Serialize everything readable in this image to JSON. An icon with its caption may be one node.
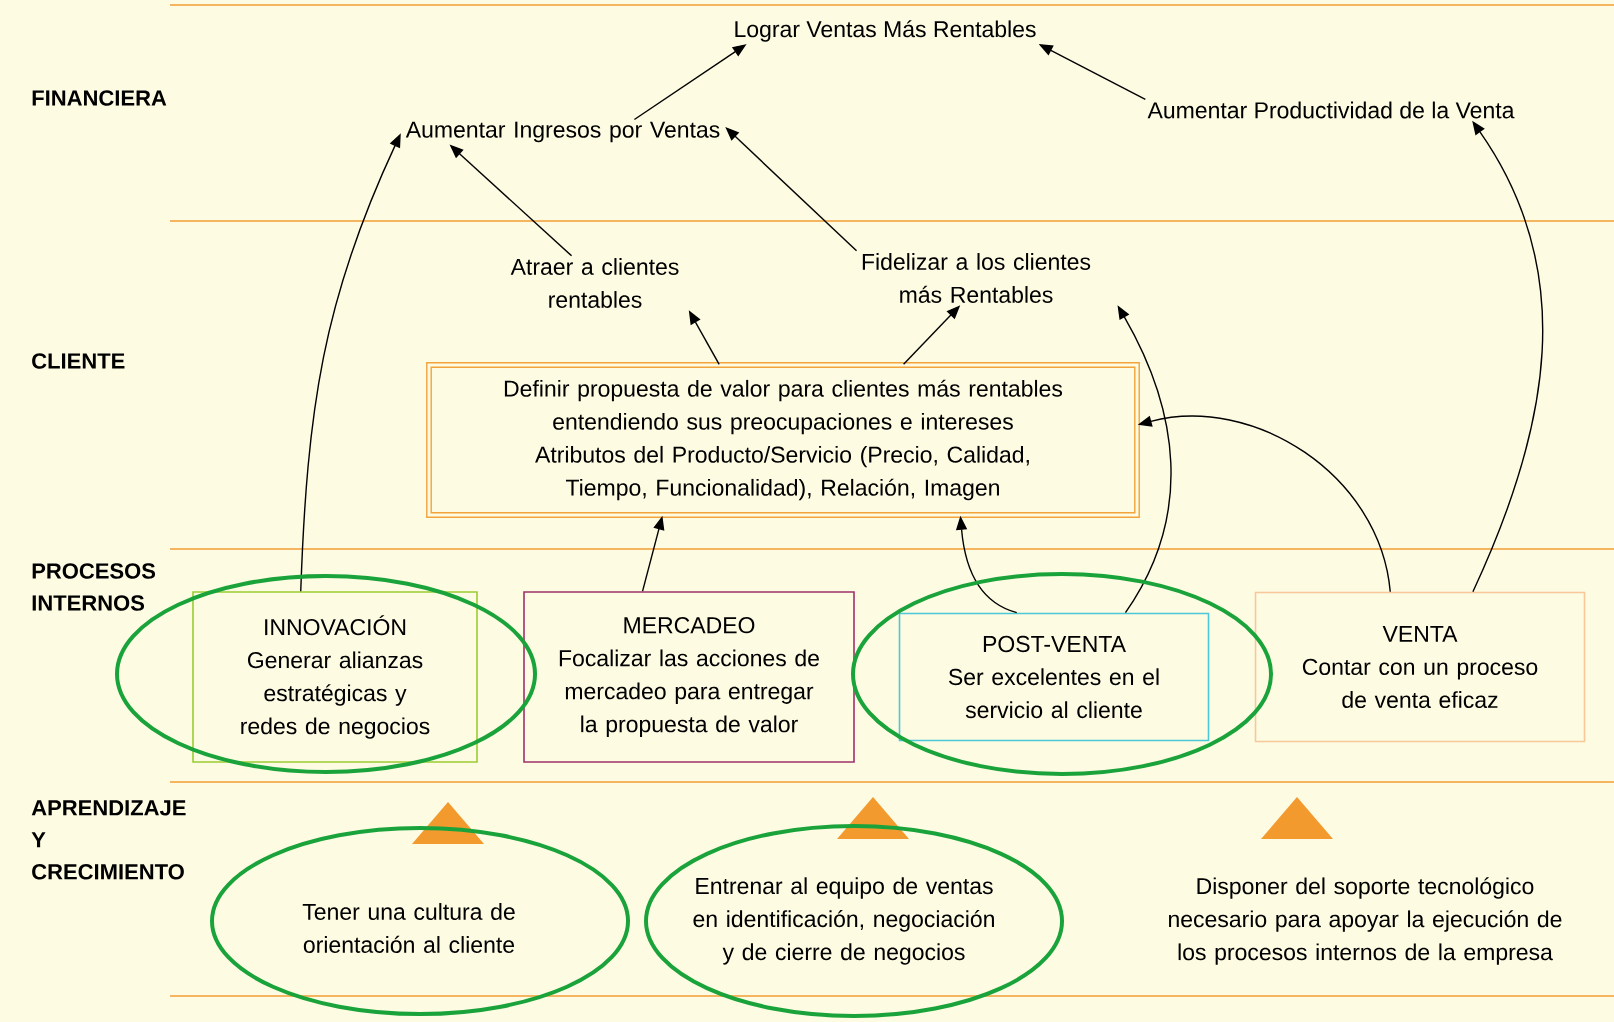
{
  "diagram": {
    "nodes": [
      {
        "text": [
          "Lograr Ventas Más Rentables"
        ]
      },
      {
        "text": [
          "Aumentar Ingresos por Ventas"
        ]
      },
      {
        "text": [
          "Aumentar Productividad de la Venta"
        ]
      },
      {
        "text": [
          "Atraer a clientes rentables"
        ]
      },
      {
        "text": [
          "Fidelizar a los clientes más Rentables"
        ]
      },
      {
        "text": [
          "Definir propuesta de valor para clientes más rentables entendiendo sus preocupaciones e intereses",
          "Atributos del Producto/Servicio (Precio, Calidad, Tiempo, Funcionalidad), Relación, Imagen"
        ]
      },
      {
        "text": [
          "INNOVACIÓN",
          "Generar alianzas estratégicas y redes de negocios"
        ]
      },
      {
        "text": [
          "MERCADEO",
          "Focalizar las acciones de mercadeo para entregar la propuesta de valor"
        ]
      },
      {
        "text": [
          "POST-VENTA",
          "Ser excelentes en el servicio al cliente"
        ]
      },
      {
        "text": [
          "VENTA",
          "Contar con un proceso de venta eficaz"
        ]
      },
      {
        "text": [
          "Tener una cultura de orientación al cliente"
        ]
      },
      {
        "text": [
          "Entrenar al equipo de ventas en identificación, negociación y de cierre de negocios"
        ]
      },
      {
        "text": [
          "Disponer del soporte tecnológico necesario para apoyar la ejecución de los procesos internos de la empresa"
        ]
      }
    ],
    "edges": [
      {
        "from": 1,
        "to": 0,
        "arrow": "to"
      },
      {
        "from": 2,
        "to": 0,
        "arrow": "to"
      },
      {
        "from": 6,
        "to": 1,
        "arrow": "to"
      },
      {
        "from": 3,
        "to": 1,
        "arrow": "to"
      },
      {
        "from": 4,
        "to": 1,
        "arrow": "to"
      },
      {
        "from": 9,
        "to": 2,
        "arrow": "to"
      },
      {
        "from": 5,
        "to": 3,
        "arrow": "to"
      },
      {
        "from": 5,
        "to": 4,
        "arrow": "to"
      },
      {
        "from": 8,
        "to": 4,
        "arrow": "to"
      },
      {
        "from": 9,
        "to": 5,
        "arrow": "to"
      },
      {
        "from": 7,
        "to": 5,
        "arrow": "to"
      },
      {
        "from": 8,
        "to": 5,
        "arrow": "to"
      }
    ],
    "labels": [
      "FINANCIERA",
      "CLIENTE",
      "PROCESOS INTERNOS",
      "APRENDIZAJE Y CRECIMIENTO"
    ]
  }
}
